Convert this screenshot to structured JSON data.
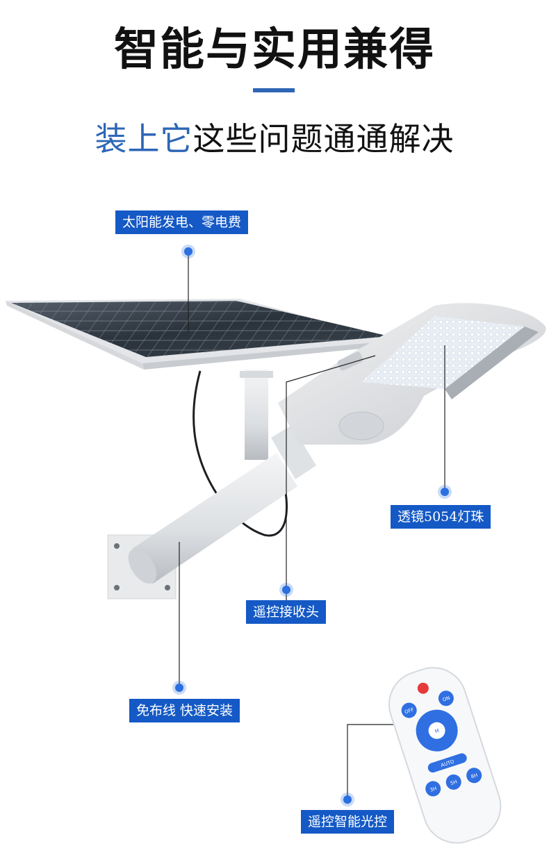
{
  "header": {
    "title": "智能与实用兼得",
    "subtitle_highlight": "装上它",
    "subtitle_rest": "这些问题通通解决",
    "accent_color": "#2d66b6"
  },
  "callouts": {
    "solar": "太阳能发电、零电费",
    "lens": "透镜5054灯珠",
    "receiver": "遥控接收头",
    "install": "免布线 快速安装",
    "remote": "遥控智能光控"
  },
  "remote_control": {
    "buttons": [
      "OFF",
      "ON",
      "M",
      "AUTO",
      "3H",
      "5H",
      "8H"
    ]
  },
  "colors": {
    "tag_background": "#1459c5",
    "dot": "#2b6fe0"
  },
  "icons": [
    "solar-panel-icon",
    "street-lamp-icon",
    "remote-control-icon"
  ]
}
